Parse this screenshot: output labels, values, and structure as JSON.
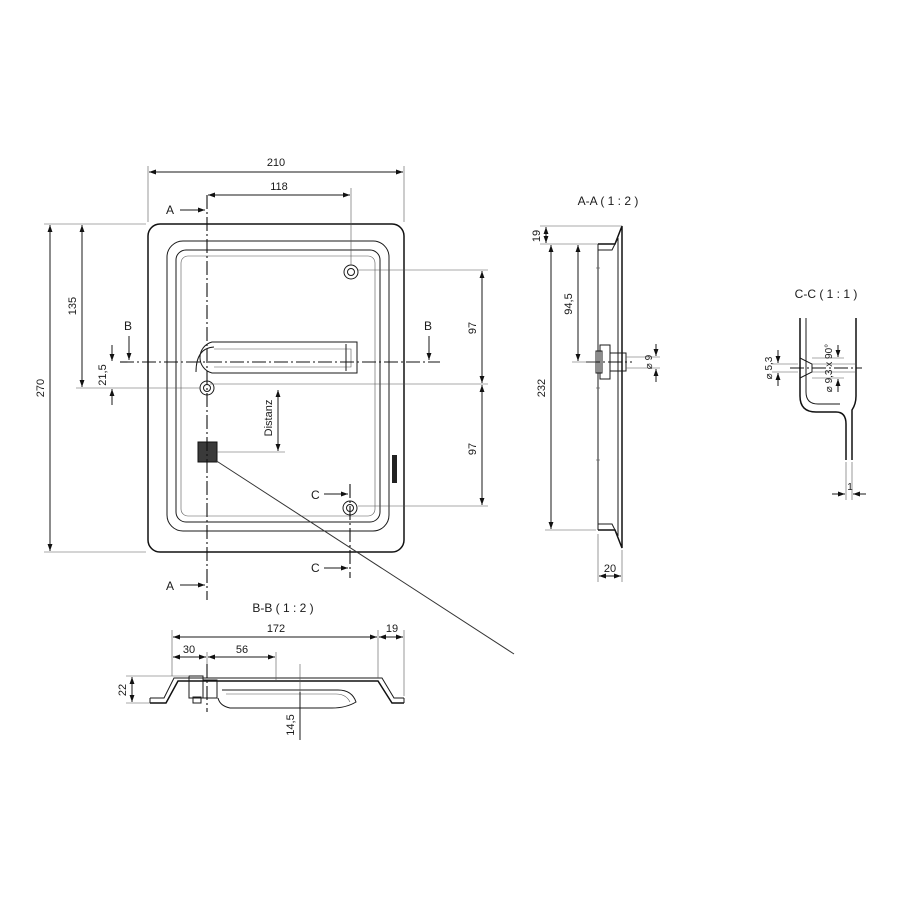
{
  "dimensions": {
    "width_total": "210",
    "width_118": "118",
    "height_total": "270",
    "height_135": "135",
    "height_21_5": "21,5",
    "right_97_top": "97",
    "right_97_bottom": "97",
    "distanz": "Distanz"
  },
  "section_markers": {
    "a": "A",
    "b": "B",
    "c": "C"
  },
  "section_aa": {
    "title": "A-A ( 1 : 2 )",
    "d19": "19",
    "d94_5": "94,5",
    "d232": "232",
    "d9": "⌀ 9",
    "d20": "20"
  },
  "section_cc": {
    "title": "C-C ( 1 : 1 )",
    "d5_3": "⌀ 5,3",
    "d9_3": "⌀ 9,3 x 90°",
    "d1": "1"
  },
  "section_bb": {
    "title": "B-B ( 1 : 2 )",
    "d172": "172",
    "d19": "19",
    "d30": "30",
    "d56": "56",
    "d22": "22",
    "d14_5": "14,5"
  }
}
